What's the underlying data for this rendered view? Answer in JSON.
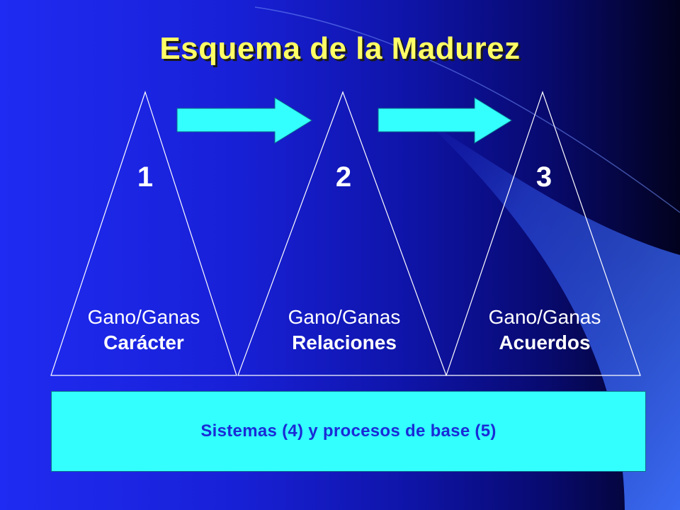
{
  "title": "Esquema de la Madurez",
  "stages": [
    {
      "number": "1",
      "label_top": "Gano/Ganas",
      "label_bottom": "Carácter"
    },
    {
      "number": "2",
      "label_top": "Gano/Ganas",
      "label_bottom": "Relaciones"
    },
    {
      "number": "3",
      "label_top": "Gano/Ganas",
      "label_bottom": "Acuerdos"
    }
  ],
  "base": {
    "label": "Sistemas (4) y procesos de base (5)"
  },
  "colors": {
    "background": "#1f2bf2",
    "title": "#ffff66",
    "arrow": "#33ffff",
    "base_box": "#33ffff",
    "base_text": "#1a2bd6",
    "swoosh": "#3a6af2"
  }
}
